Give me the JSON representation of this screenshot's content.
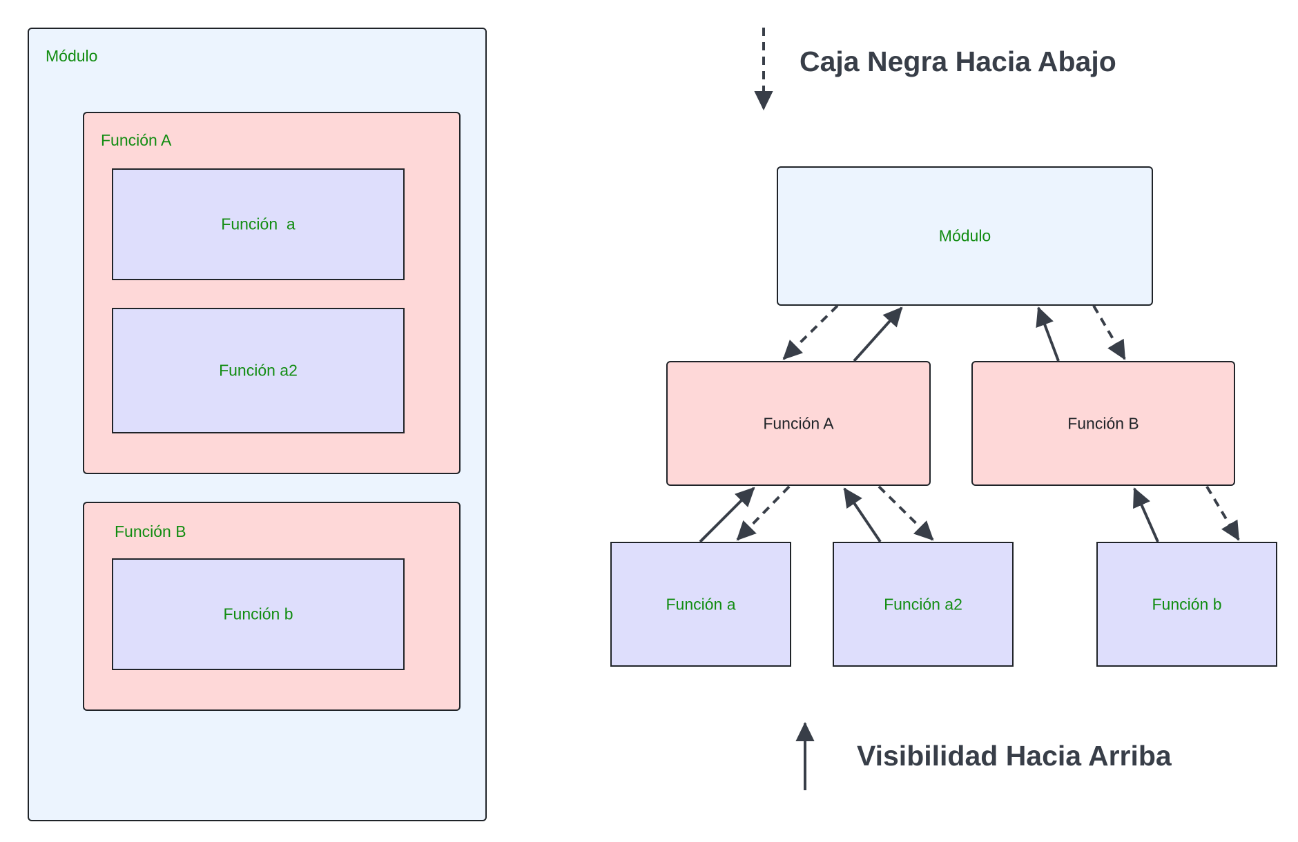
{
  "left_panel": {
    "module_label": "Módulo",
    "function_a_label": "Función A",
    "function_a_sub1_label": "Función  a",
    "function_a_sub2_label": "Función a2",
    "function_b_label": "Función B",
    "function_b_sub_label": "Función b"
  },
  "hierarchy": {
    "module_label": "Módulo",
    "function_a_label": "Función A",
    "function_b_label": "Función B",
    "function_a_child1_label": "Función a",
    "function_a_child2_label": "Función a2",
    "function_b_child_label": "Función b"
  },
  "legend": {
    "dashed_heading": "Caja Negra Hacia Abajo",
    "solid_heading": "Visibilidad Hacia Arriba"
  },
  "colors": {
    "module_fill": "#ecf4fe",
    "upper_function_fill": "#fed8d8",
    "lower_function_fill": "#dedefc",
    "label_green": "#118c11",
    "arrow_color": "#383e48",
    "border_color": "#1f2328"
  }
}
